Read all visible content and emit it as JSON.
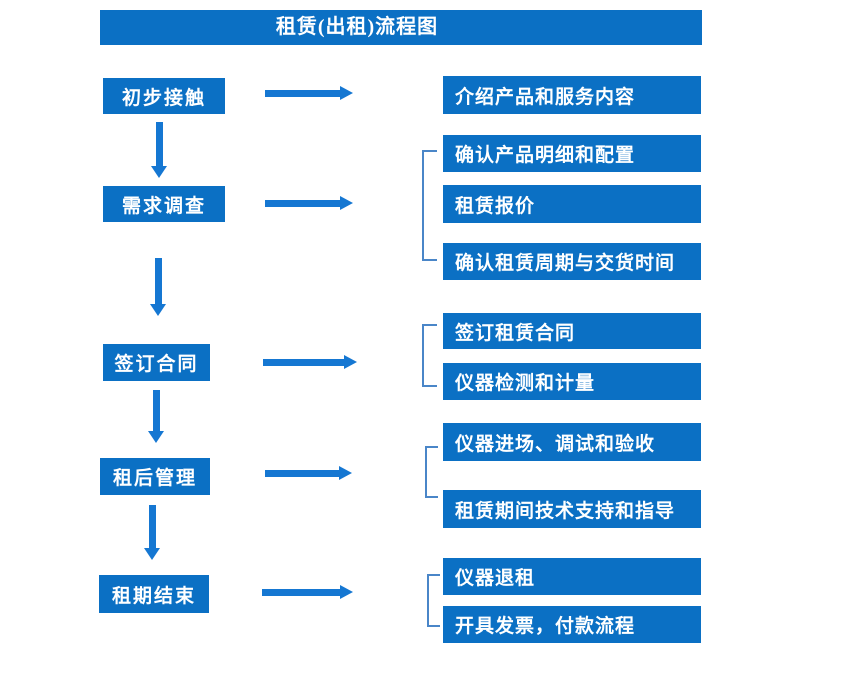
{
  "title": "租赁(出租)流程图",
  "colors": {
    "box_blue": "#0B70C4",
    "arrow_blue": "#1577D2",
    "bracket_blue": "#4A86C8",
    "text_white": "#FFFFFF",
    "background": "#FFFFFF"
  },
  "stages": [
    {
      "label": "初步接触",
      "outputs": [
        "介绍产品和服务内容"
      ]
    },
    {
      "label": "需求调查",
      "outputs": [
        "确认产品明细和配置",
        "租赁报价",
        "确认租赁周期与交货时间"
      ]
    },
    {
      "label": "签订合同",
      "outputs": [
        "签订租赁合同",
        "仪器检测和计量"
      ]
    },
    {
      "label": "租后管理",
      "outputs": [
        "仪器进场、调试和验收",
        "租赁期间技术支持和指导"
      ]
    },
    {
      "label": "租期结束",
      "outputs": [
        "仪器退租",
        "开具发票，付款流程"
      ]
    }
  ],
  "icons": {
    "down_arrow": "down-arrow-icon",
    "right_arrow": "right-arrow-icon",
    "group_bracket": "left-square-bracket"
  }
}
